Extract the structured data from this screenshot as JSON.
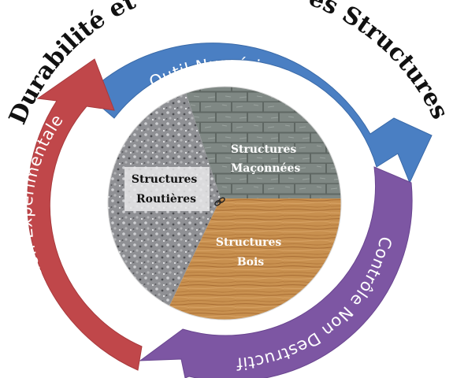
{
  "title": {
    "left": "Durabilité et",
    "right": "es Structures"
  },
  "arcs": {
    "top": "Outil Numérique",
    "right": "Contrôle Non Destructif",
    "left": "Caractérisation Expérimentale"
  },
  "sectors": {
    "masonry": {
      "line1": "Structures",
      "line2": "Maçonnées"
    },
    "road": {
      "line1": "Structures",
      "line2": "Routières"
    },
    "wood": {
      "line1": "Structures",
      "line2": "Bois"
    }
  },
  "colors": {
    "arc_blue": "#4a7fc3",
    "arc_purple": "#7d56a3",
    "arc_red": "#c0474a",
    "masonry": "#808a86",
    "road": "#8f9094",
    "wood": "#c58b4c"
  },
  "icons": {
    "link": "chain-link-icon"
  }
}
